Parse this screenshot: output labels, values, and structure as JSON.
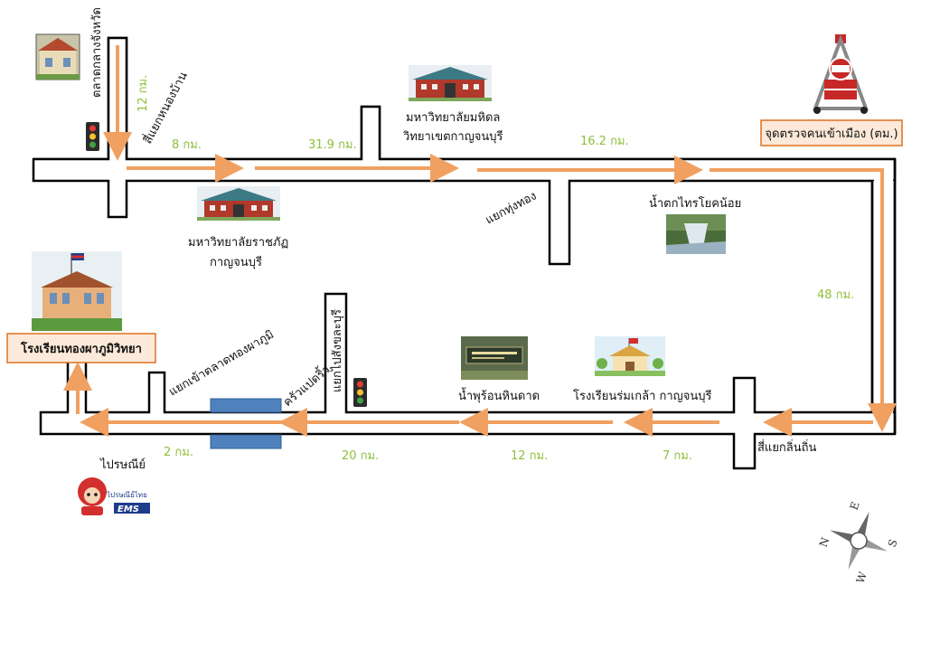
{
  "places": {
    "provincial_market": "ตลาดกลางจังหวัด",
    "nongban_intersection": "สี่แยกหนองบ้าน",
    "mahidol": [
      "มหาวิทยาลัยมหิดล",
      "วิทยาเขตกาญจนบุรี"
    ],
    "checkpoint": "จุดตรวจคนเข้าเมือง (ตม.)",
    "rajabhat": [
      "มหาวิทยาลัยราชภัฏ",
      "กาญจนบุรี"
    ],
    "thungthong_junction": "แยกทุ่งทอง",
    "waterfall": "น้ำตกไทรโยคน้อย",
    "school": "โรงเรียนทองผาภูมิวิทยา",
    "market_junction": "แยกเข้าตลาดทองผาภูมิ",
    "khrua_junction": "ครัวแปดริ้ว",
    "sangkhla_junction": "แยกไปสังขละบุรี",
    "hot_spring": "น้ำพุร้อนหินดาด",
    "romklao_school": "โรงเรียนร่มเกล้า กาญจนบุรี",
    "lintin_intersection": "สี่แยกลิ่นถิ่น",
    "post_office": "ไปรษณีย์"
  },
  "distances": {
    "d12": "12 กม.",
    "d8": "8 กม.",
    "d319": "31.9 กม.",
    "d162": "16.2 กม.",
    "d48": "48 กม.",
    "d2": "2 กม.",
    "d20": "20 กม.",
    "d12b": "12 กม.",
    "d7": "7 กม."
  },
  "compass": {
    "n": "N",
    "e": "E",
    "s": "S",
    "w": "W"
  },
  "colors": {
    "route": "#f0a060",
    "distance": "#8fbf3a",
    "box_border": "#e07020",
    "box_fill": "#fde9d9",
    "bridge": "#4f81bd"
  },
  "icons": {
    "market": "market-building-icon",
    "traffic_light": "traffic-light-icon",
    "university": "university-building-icon",
    "checkpoint": "checkpoint-sign-icon",
    "waterfall": "waterfall-photo-icon",
    "school": "school-building-icon",
    "hot_spring": "hot-spring-sign-icon",
    "romklao": "school-illustration-icon",
    "post_office": "post-mascot-icon",
    "compass": "compass-rose-icon"
  }
}
